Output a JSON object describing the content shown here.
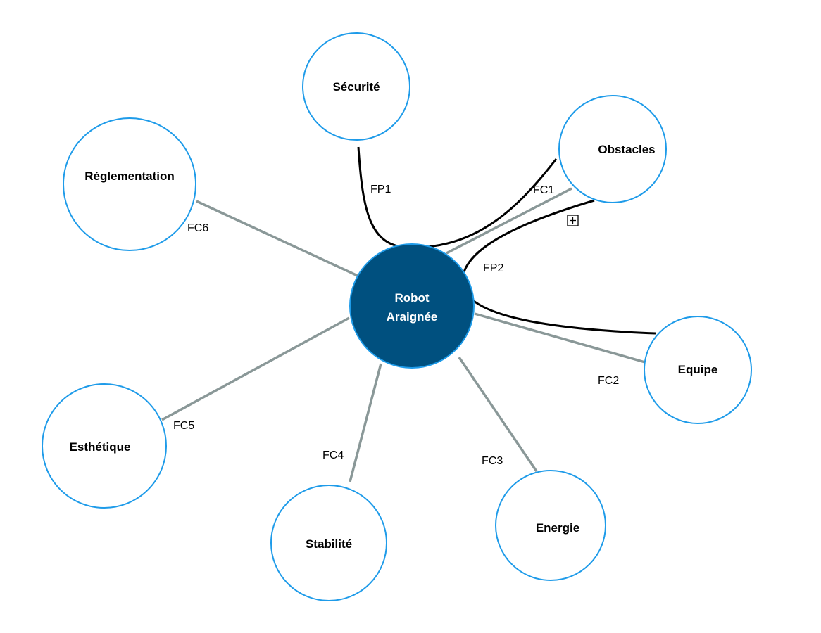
{
  "colors": {
    "node_stroke": "#1e9be9",
    "node_fill": "#ffffff",
    "center_fill": "#00507f",
    "center_stroke": "#1e9be9",
    "fc_edge": "#8a9898",
    "fp_edge": "#000000",
    "text": "#000000",
    "center_text": "#ffffff"
  },
  "center": {
    "label_line1": "Robot",
    "label_line2": "Araignée"
  },
  "nodes": {
    "securite": "Sécurité",
    "obstacles": "Obstacles",
    "reglementation": "Réglementation",
    "equipe": "Equipe",
    "esthetique": "Esthétique",
    "stabilite": "Stabilité",
    "energie": "Energie"
  },
  "edges": {
    "fp1": "FP1",
    "fp2": "FP2",
    "fc1": "FC1",
    "fc2": "FC2",
    "fc3": "FC3",
    "fc4": "FC4",
    "fc5": "FC5",
    "fc6": "FC6"
  },
  "icons": {
    "expand": "expand-plus-icon"
  }
}
